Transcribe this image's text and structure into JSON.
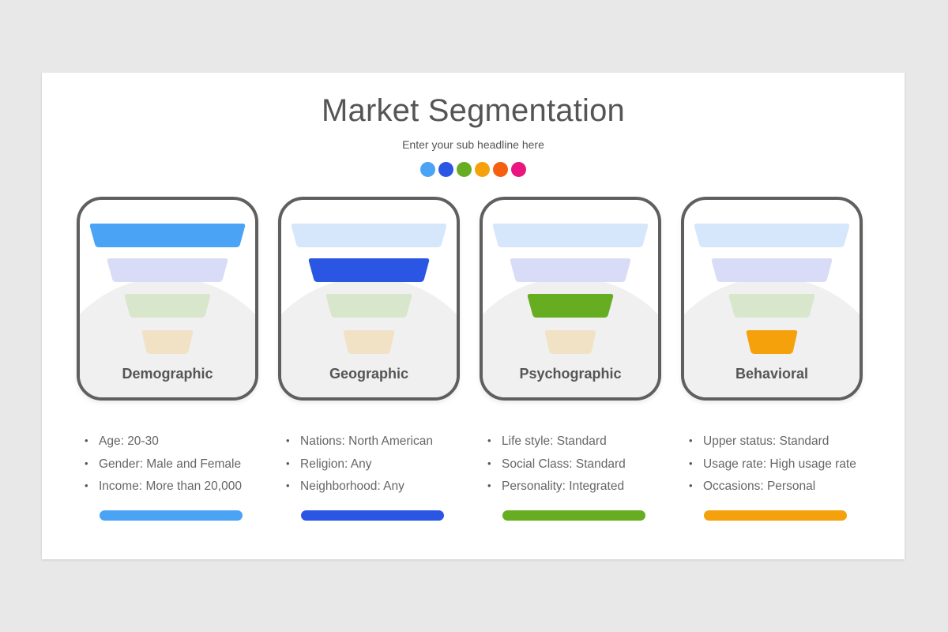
{
  "title": "Market Segmentation",
  "subtitle": "Enter your sub headline here",
  "palette": [
    "#4aa3f5",
    "#2b56e3",
    "#66ad22",
    "#f5a10c",
    "#f55f10",
    "#e8167e"
  ],
  "segments": [
    {
      "label": "Demographic",
      "accent": "#4aa3f5",
      "active_layer": 1,
      "bullets": [
        "Age: 20-30",
        "Gender: Male  and Female",
        "Income: More than 20,000"
      ]
    },
    {
      "label": "Geographic",
      "accent": "#2b56e3",
      "active_layer": 2,
      "bullets": [
        "Nations: North American",
        "Religion: Any",
        "Neighborhood: Any"
      ]
    },
    {
      "label": "Psychographic",
      "accent": "#66ad22",
      "active_layer": 3,
      "bullets": [
        "Life style: Standard",
        "Social Class:  Standard",
        "Personality: Integrated"
      ]
    },
    {
      "label": "Behavioral",
      "accent": "#f5a10c",
      "active_layer": 4,
      "bullets": [
        "Upper status: Standard",
        "Usage rate: High usage rate",
        "Occasions: Personal"
      ]
    }
  ],
  "funnel_layer_colors": {
    "faded": [
      "#d6e7fb",
      "#d9dcf7",
      "#d8e6cc",
      "#f2e2c5"
    ]
  }
}
